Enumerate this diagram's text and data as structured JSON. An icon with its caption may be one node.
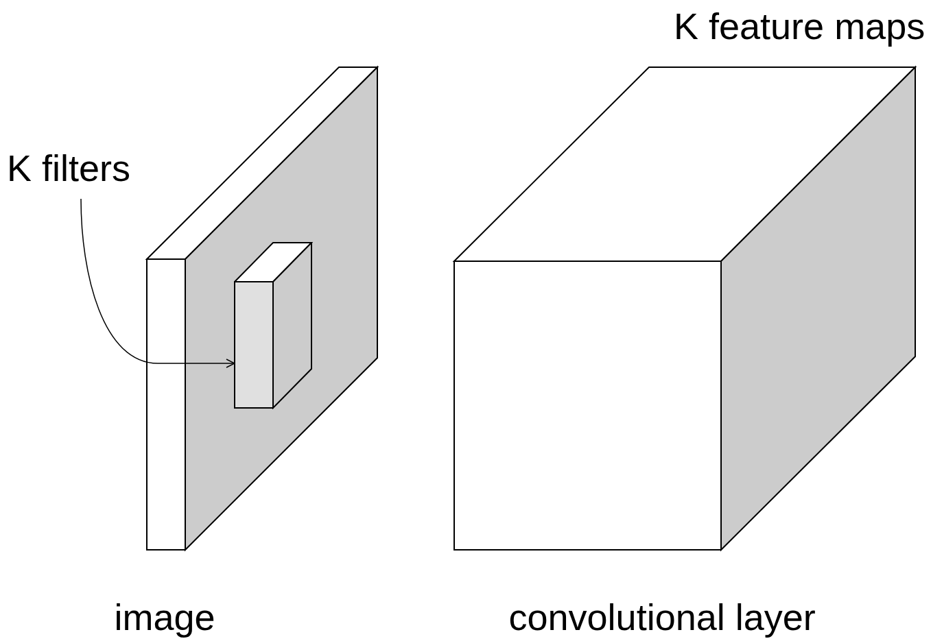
{
  "diagram": {
    "nodes": [
      {
        "text": [
          "K filters"
        ]
      },
      {
        "text": [],
        "shape": "box"
      }
    ],
    "edges": [
      {
        "from": 0,
        "to": 1,
        "arrow": "to"
      }
    ],
    "labels": [
      "K feature maps",
      "image",
      "convolutional layer"
    ]
  }
}
